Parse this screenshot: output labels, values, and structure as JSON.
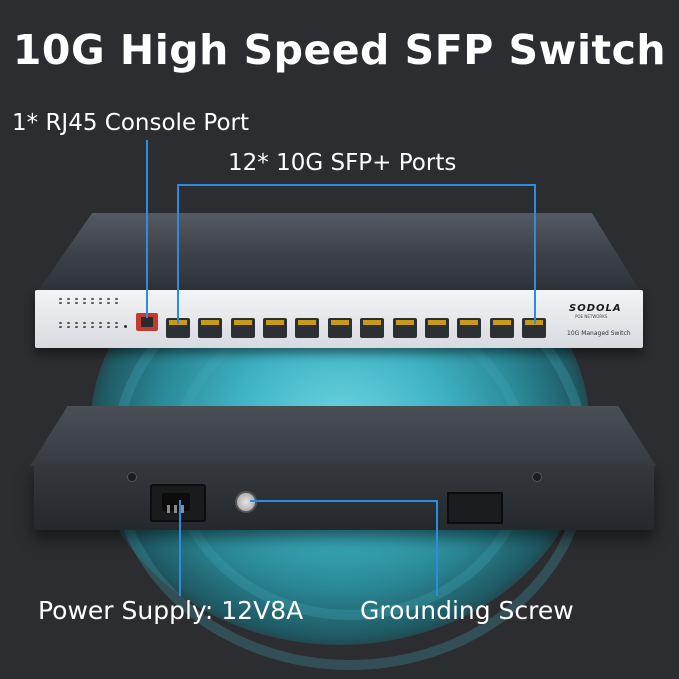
{
  "title": "10G High Speed SFP Switch",
  "labels": {
    "console_port": "1* RJ45 Console Port",
    "sfp_ports": "12* 10G SFP+ Ports",
    "power_supply": "Power Supply: 12V8A",
    "grounding_screw": "Grounding Screw"
  },
  "device": {
    "brand": "SODOLA",
    "brand_sub": "POE NETWORKS",
    "model": "10G Managed Switch",
    "sfp_port_count": 12
  },
  "colors": {
    "background": "#2b2d30",
    "accent_line": "#2f8be0",
    "glow": "#3fb3c4"
  },
  "icons": [
    "rj45-port-icon",
    "sfp-port-icon",
    "power-socket-icon",
    "ground-screw-icon"
  ]
}
